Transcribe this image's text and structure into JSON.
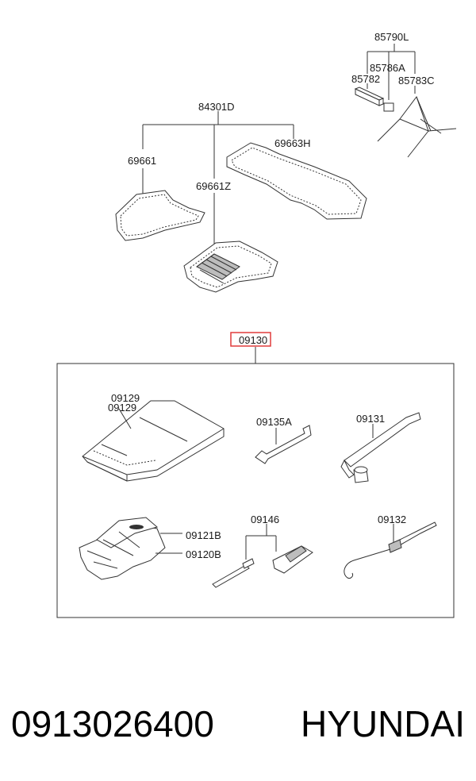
{
  "labels": {
    "p85790L": "85790L",
    "p85786A": "85786A",
    "p85782": "85782",
    "p85783C": "85783C",
    "p84301D": "84301D",
    "p69661": "69661",
    "p69663H": "69663H",
    "p69661Z": "69661Z",
    "p09130": "09130",
    "p09129a": "09129",
    "p09129b": "09129",
    "p09135A": "09135A",
    "p09131": "09131",
    "p09146": "09146",
    "p09132": "09132",
    "p09121B": "09121B",
    "p09120B": "09120B"
  },
  "highlight_color": "#e03c3c",
  "caption": {
    "part_number": "0913026400",
    "brand": "HYUNDAI"
  }
}
